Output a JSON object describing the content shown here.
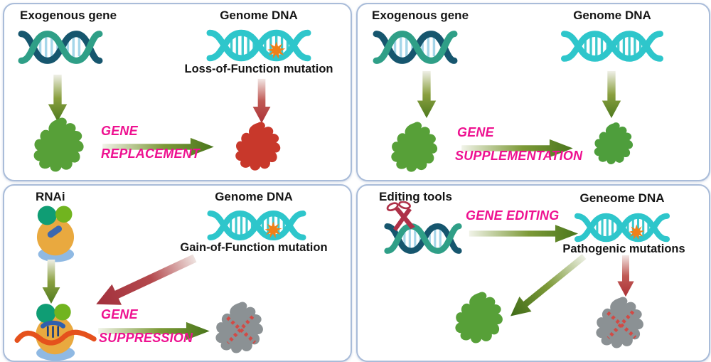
{
  "colors": {
    "panel_border": "#a9bcd9",
    "action_magenta": "#ee1190",
    "arrow_green_dark": "#4d791d",
    "arrow_red_dark": "#ac3136",
    "genome_dna_cyan": "#2ec6cb",
    "exo_dna_dark_teal": "#16566e",
    "exo_dna_sea_green": "#2f9f87",
    "mutation_star_orange": "#f08019",
    "protein_green": "#57a038",
    "protein_red": "#c8382b",
    "protein_gray": "#8b9194",
    "rnai_body_tan": "#e9a93f",
    "rna_strand_orange": "#e5511c"
  },
  "panels": {
    "replacement": {
      "left_label": "Exogenous gene",
      "right_label": "Genome DNA",
      "mutation_label": "Loss-of-Function mutation",
      "action_line1": "GENE",
      "action_line2": "REPLACEMENT"
    },
    "supplementation": {
      "left_label": "Exogenous gene",
      "right_label": "Genome DNA",
      "action_line1": "GENE",
      "action_line2": "SUPPLEMENTATION"
    },
    "suppression": {
      "left_label": "RNAi",
      "right_label": "Genome DNA",
      "mutation_label": "Gain-of-Function mutation",
      "action_line1": "GENE",
      "action_line2": "SUPPRESSION"
    },
    "editing": {
      "left_label": "Editing tools",
      "right_label": "Geneome DNA",
      "mutation_label": "Pathogenic mutations",
      "action_label": "GENE EDITING"
    }
  }
}
